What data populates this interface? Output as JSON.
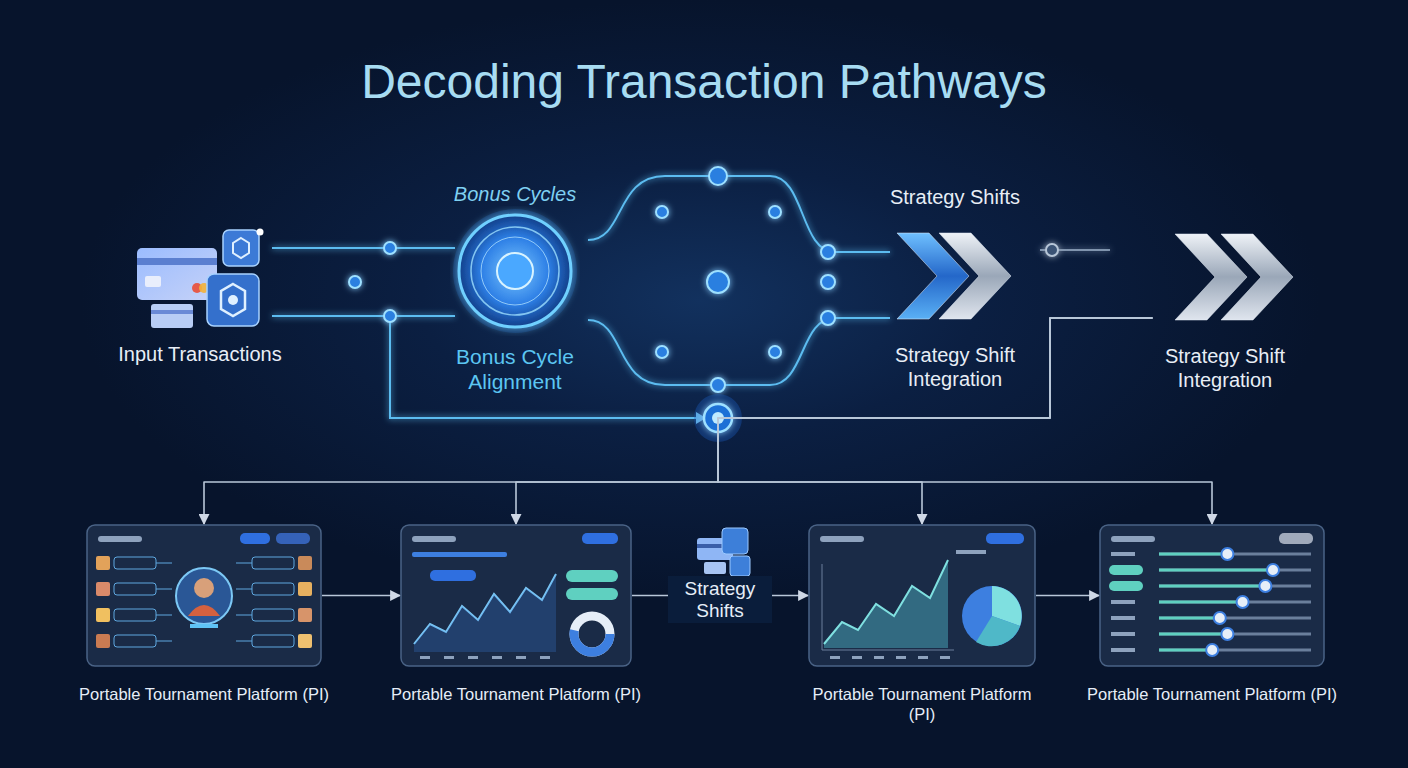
{
  "diagram": {
    "title": "Decoding Transaction Pathways",
    "nodes": [
      {
        "text": [
          "Input Transactions"
        ]
      },
      {
        "text": [
          "Bonus Cycles",
          "Bonus Cycle Alignment"
        ]
      },
      {
        "text": [
          "Strategy Shifts",
          "Strategy Shift Integration"
        ]
      },
      {
        "text": [
          "Strategy Shift Integration"
        ]
      },
      {
        "text": [
          "Portable Tournament Platform (PI)"
        ]
      },
      {
        "text": [
          "Portable Tournament Platform (PI)"
        ]
      },
      {
        "text": [
          "Portable Tournament Platform (PI)"
        ]
      },
      {
        "text": [
          "Portable Tournament Platform (PI)"
        ]
      }
    ],
    "edges": [
      {
        "from": 0,
        "to": 1,
        "arrow": "to"
      },
      {
        "from": 1,
        "to": 2,
        "arrow": "to"
      },
      {
        "from": 2,
        "to": 3,
        "arrow": "to"
      },
      {
        "from": 3,
        "to": 4,
        "arrow": "to"
      },
      {
        "from": 3,
        "to": 5,
        "arrow": "to"
      },
      {
        "from": 3,
        "to": 6,
        "arrow": "to"
      },
      {
        "from": 3,
        "to": 7,
        "arrow": "to"
      },
      {
        "from": 4,
        "to": 5,
        "arrow": "to"
      },
      {
        "from": 5,
        "to": 6,
        "label": "Strategy Shifts",
        "arrow": "to"
      },
      {
        "from": 6,
        "to": 7,
        "arrow": "to"
      }
    ]
  }
}
